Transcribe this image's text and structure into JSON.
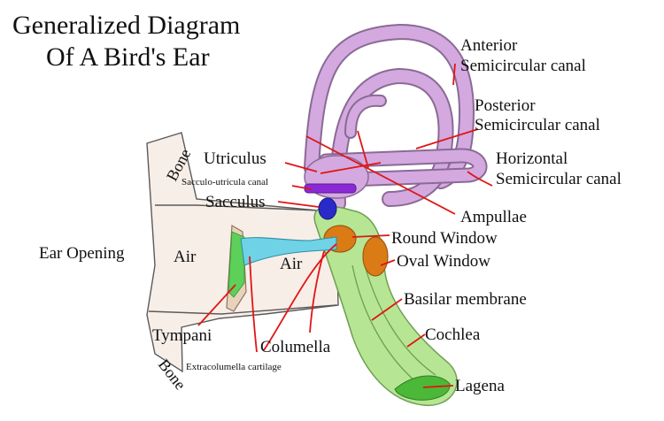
{
  "title": {
    "line1": "Generalized Diagram",
    "line2": "Of A Bird's Ear"
  },
  "labels": {
    "anterior_1": "Anterior",
    "anterior_2": "Semicircular canal",
    "posterior_1": "Posterior",
    "posterior_2": "Semicircular canal",
    "horizontal_1": "Horizontal",
    "horizontal_2": "Semicircular canal",
    "utriculus": "Utriculus",
    "sacculo_utricula": "Sacculo-utricula canal",
    "sacculus": "Sacculus",
    "ampullae": "Ampullae",
    "round_window": "Round Window",
    "oval_window": "Oval Window",
    "ear_opening": "Ear Opening",
    "air_outer": "Air",
    "air_inner": "Air",
    "basilar_membrane": "Basilar membrane",
    "cochlea": "Cochlea",
    "tympani": "Tympani",
    "columella": "Columella",
    "extracolumella": "Extracolumella cartilage",
    "lagena": "Lagena",
    "bone_top": "Bone",
    "bone_bottom": "Bone"
  },
  "colors": {
    "canal_fill": "#d3a9e0",
    "canal_stroke": "#8a6a96",
    "cochlea_fill": "#b6e694",
    "lagena_fill": "#4bb838",
    "window_fill": "#db7b16",
    "bone_fill": "#f8eee8",
    "columella_fill": "#6fd2e6",
    "sacculus_fill": "#2a2ac8",
    "utricula_fill": "#8a2ad6",
    "tympani_fill": "#e8d2ba",
    "leader": "#e01515"
  }
}
